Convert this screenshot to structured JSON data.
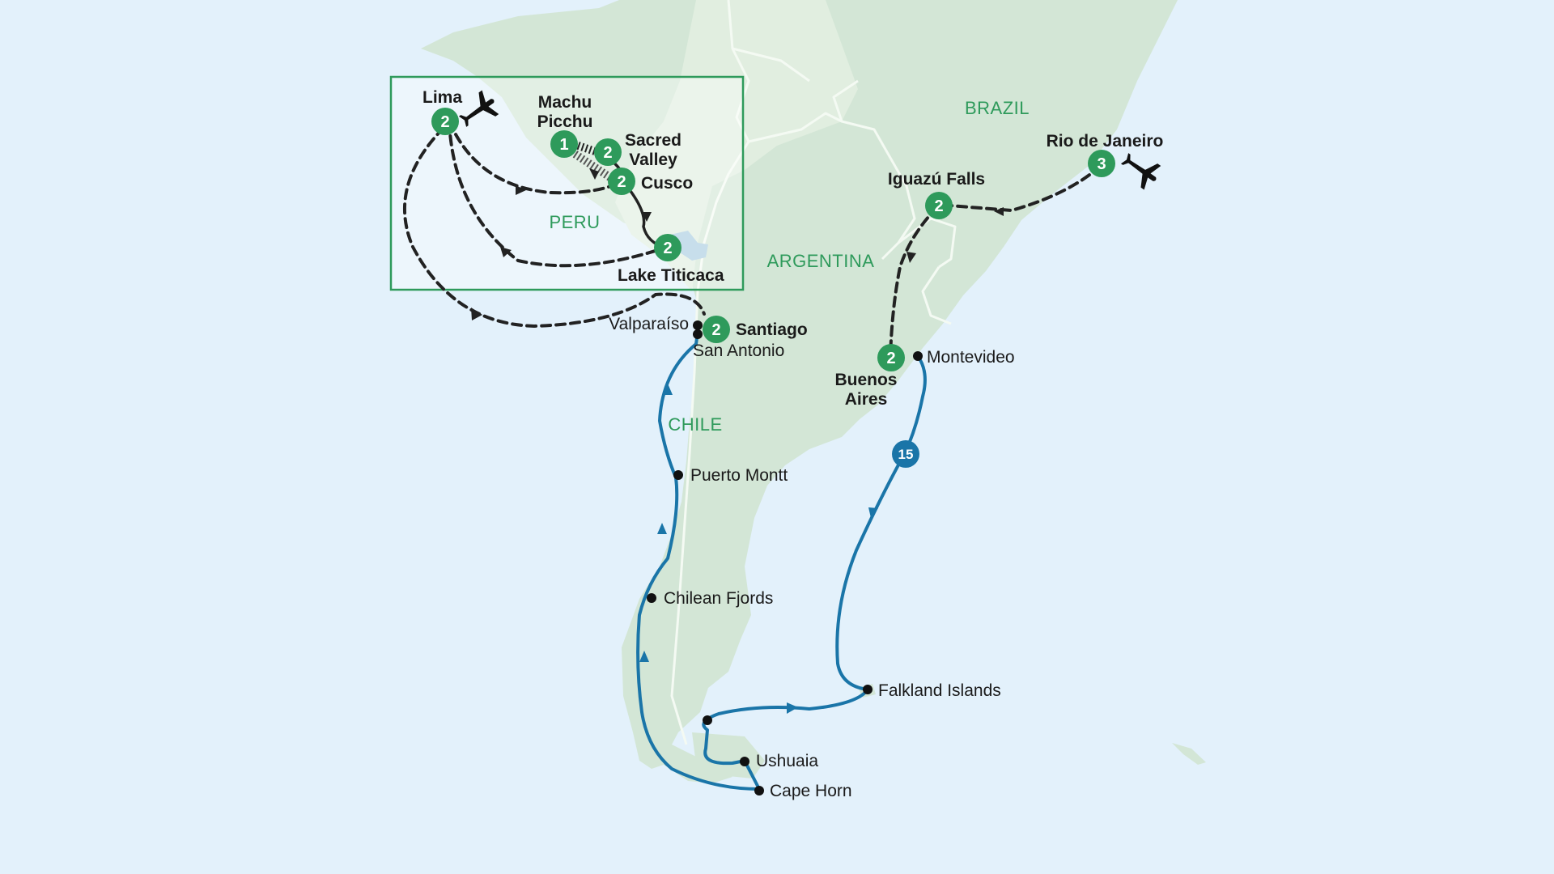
{
  "countries": {
    "brazil": "BRAZIL",
    "argentina": "ARGENTINA",
    "peru": "PERU",
    "chile": "CHILE"
  },
  "places": {
    "lima": "Lima",
    "machu_picchu_1": "Machu",
    "machu_picchu_2": "Picchu",
    "sacred_valley_1": "Sacred",
    "sacred_valley_2": "Valley",
    "cusco": "Cusco",
    "lake_titicaca": "Lake Titicaca",
    "rio": "Rio de Janeiro",
    "iguazu": "Iguazú Falls",
    "buenos_aires_1": "Buenos",
    "buenos_aires_2": "Aires",
    "montevideo": "Montevideo",
    "santiago": "Santiago",
    "valparaiso": "Valparaíso",
    "san_antonio": "San Antonio",
    "puerto_montt": "Puerto Montt",
    "chilean_fjords": "Chilean Fjords",
    "falkland_islands": "Falkland Islands",
    "ushuaia": "Ushuaia",
    "cape_horn": "Cape Horn"
  },
  "nights": {
    "lima": "2",
    "machu_picchu": "1",
    "sacred_valley": "2",
    "cusco": "2",
    "lake_titicaca": "2",
    "rio": "3",
    "iguazu": "2",
    "buenos_aires": "2",
    "santiago": "2",
    "cruise": "15"
  },
  "colors": {
    "ocean": "#e3f1fb",
    "land": "#d3e6d6",
    "land_light": "#e1eee0",
    "border": "#f4faf3",
    "land_tour": "#2e9a5b",
    "cruise": "#1a75a8",
    "route_dashed": "#222222",
    "inset_frame": "#2e9a5b"
  },
  "icons": {
    "flight_lima": "airplane-icon",
    "flight_rio": "airplane-icon"
  }
}
